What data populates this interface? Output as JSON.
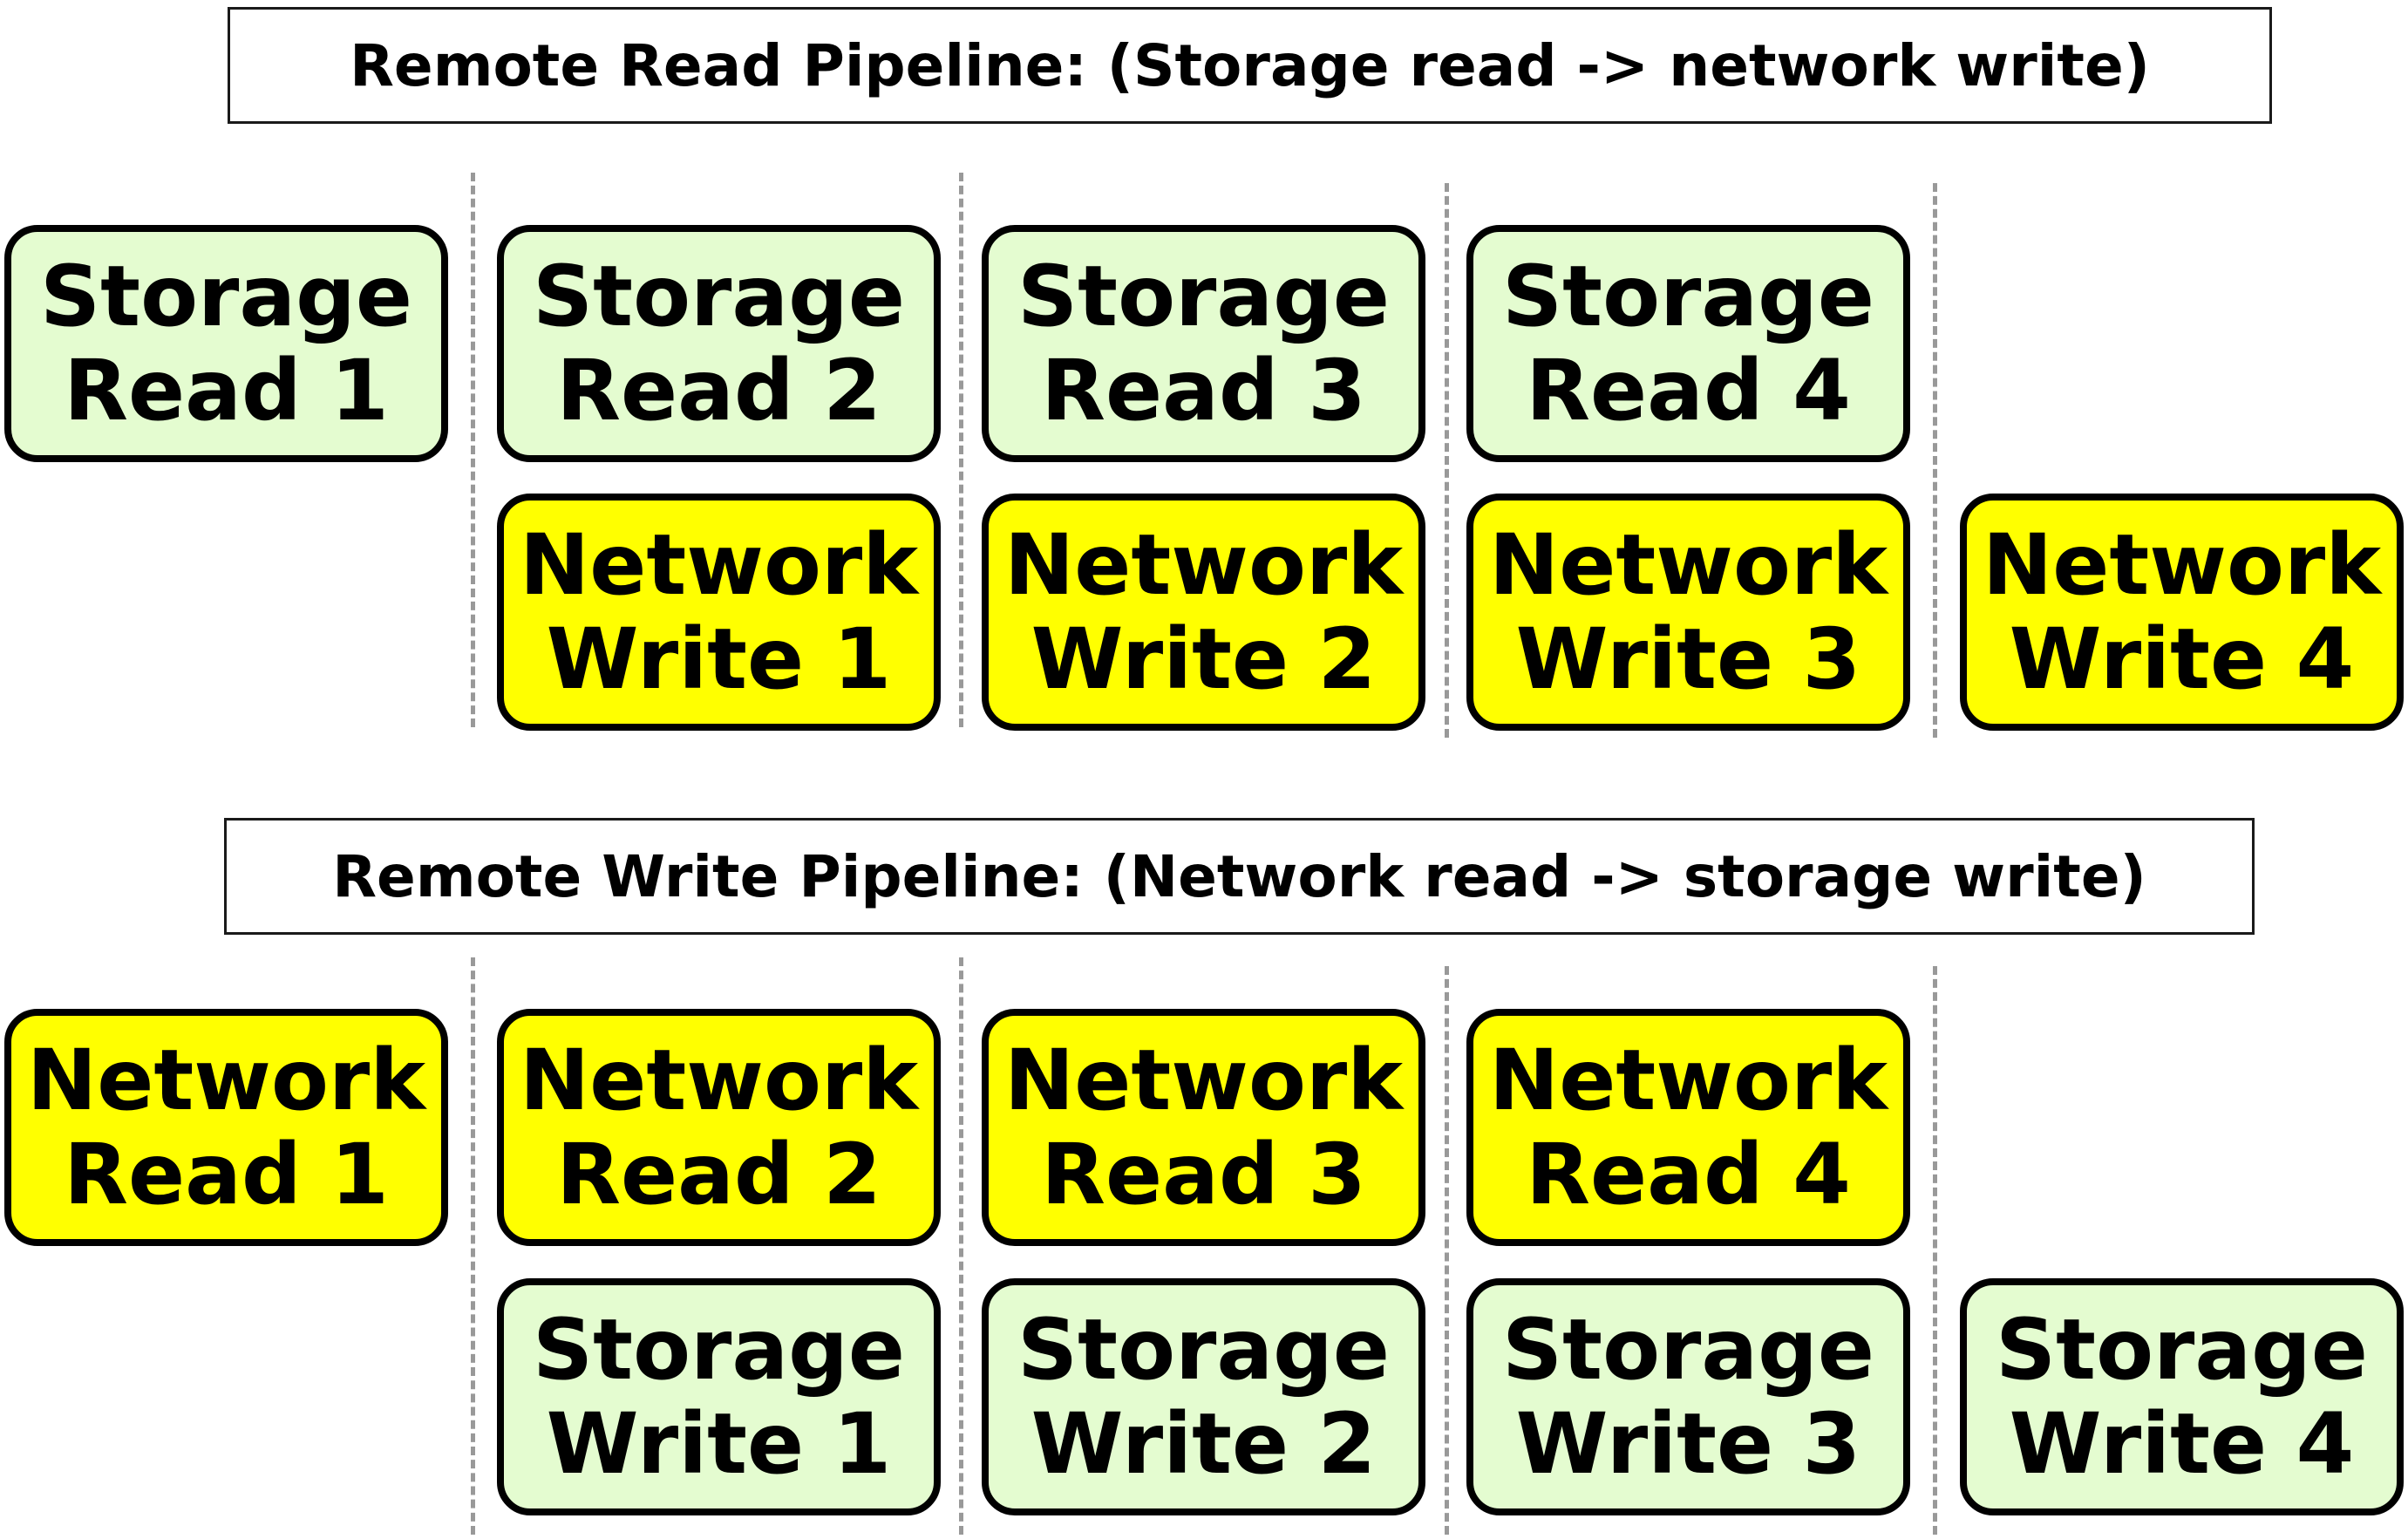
{
  "colors": {
    "storage_fill": "#e4fcd0",
    "network_fill": "#ffff00",
    "divider": "#999999"
  },
  "read_pipeline": {
    "title": "Remote Read Pipeline: (Storage read -> network write)",
    "top_row": [
      {
        "line1": "Storage",
        "line2": "Read 1",
        "kind": "storage"
      },
      {
        "line1": "Storage",
        "line2": "Read 2",
        "kind": "storage"
      },
      {
        "line1": "Storage",
        "line2": "Read 3",
        "kind": "storage"
      },
      {
        "line1": "Storage",
        "line2": "Read 4",
        "kind": "storage"
      }
    ],
    "bottom_row": [
      {
        "line1": "Network",
        "line2": "Write 1",
        "kind": "network"
      },
      {
        "line1": "Network",
        "line2": "Write 2",
        "kind": "network"
      },
      {
        "line1": "Network",
        "line2": "Write 3",
        "kind": "network"
      },
      {
        "line1": "Network",
        "line2": "Write 4",
        "kind": "network"
      }
    ]
  },
  "write_pipeline": {
    "title": "Remote Write Pipeline: (Network read -> storage write)",
    "top_row": [
      {
        "line1": "Network",
        "line2": "Read 1",
        "kind": "network"
      },
      {
        "line1": "Network",
        "line2": "Read 2",
        "kind": "network"
      },
      {
        "line1": "Network",
        "line2": "Read 3",
        "kind": "network"
      },
      {
        "line1": "Network",
        "line2": "Read 4",
        "kind": "network"
      }
    ],
    "bottom_row": [
      {
        "line1": "Storage",
        "line2": "Write 1",
        "kind": "storage"
      },
      {
        "line1": "Storage",
        "line2": "Write 2",
        "kind": "storage"
      },
      {
        "line1": "Storage",
        "line2": "Write 3",
        "kind": "storage"
      },
      {
        "line1": "Storage",
        "line2": "Write 4",
        "kind": "storage"
      }
    ]
  }
}
